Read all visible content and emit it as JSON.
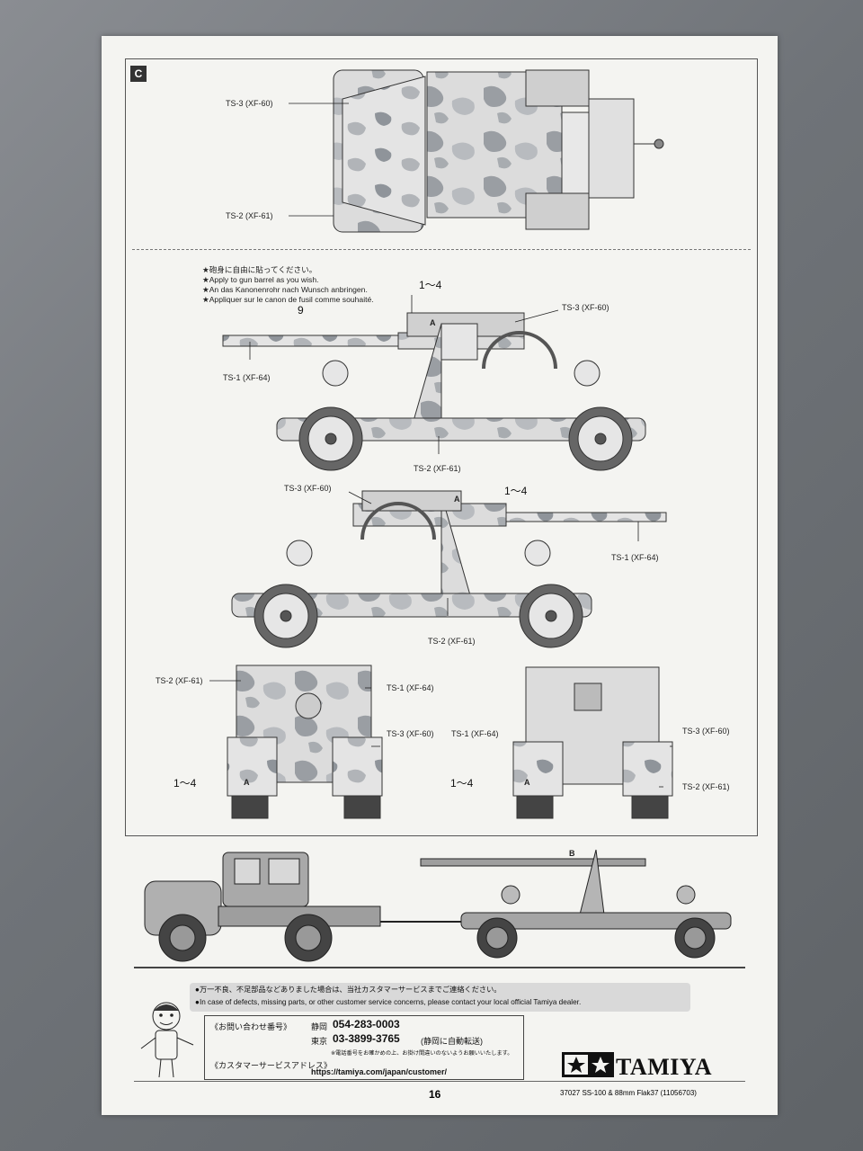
{
  "step": "C",
  "top_view": {
    "labels": [
      "TS-3 (XF-60)",
      "TS-2 (XF-61)"
    ]
  },
  "notes": [
    "★砲身に自由に貼ってください。",
    "★Apply to gun barrel as you wish.",
    "★An das Kanonenrohr nach Wunsch anbringen.",
    "★Appliquer sur le canon de fusil comme souhaité."
  ],
  "side_view_1": {
    "decal_num": "9",
    "range": "1〜4",
    "ts3": "TS-3 (XF-60)",
    "ts1": "TS-1 (XF-64)",
    "ts2": "TS-2 (XF-61)"
  },
  "side_view_2": {
    "ts3": "TS-3 (XF-60)",
    "range": "1〜4",
    "ts1": "TS-1 (XF-64)",
    "ts2": "TS-2 (XF-61)"
  },
  "front_view": {
    "ts2": "TS-2 (XF-61)",
    "ts1": "TS-1 (XF-64)",
    "ts3": "TS-3 (XF-60)",
    "range": "1〜4"
  },
  "rear_view": {
    "ts1": "TS-1 (XF-64)",
    "ts3": "TS-3 (XF-60)",
    "range": "1〜4",
    "ts2": "TS-2 (XF-61)"
  },
  "marks": {
    "a": "A",
    "b": "B"
  },
  "footer": {
    "notice_jp": "●万一不良、不足部品などありました場合は、当社カスタマーサービスまでご連絡ください。",
    "notice_en": "●In case of defects, missing parts, or other customer service concerns, please contact your local official Tamiya dealer.",
    "contact_title": "《お問い合わせ番号》",
    "city1": "静岡",
    "phone1": "054-283-0003",
    "city2": "東京",
    "phone2": "03-3899-3765",
    "phone2_note": "(静岡に自動転送)",
    "small_note": "※電話番号をお確かめの上、お掛け間違いのないようお願いいたします。",
    "site_title": "《カスタマーサービスアドレス》",
    "url": "https://tamiya.com/japan/customer/",
    "brand": "TAMIYA",
    "page_number": "16",
    "product_code": "37027  SS-100 & 88mm Flak37 (11056703)"
  }
}
